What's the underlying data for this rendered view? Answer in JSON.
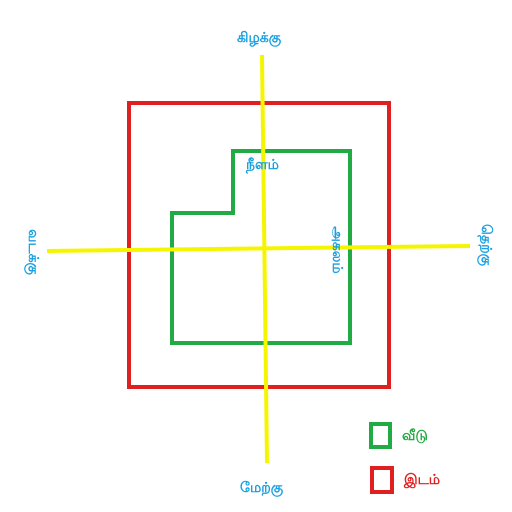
{
  "directions": {
    "top": "கிழக்கு",
    "bottom": "மேற்கு",
    "left": "வடக்கு",
    "right": "தெற்கு"
  },
  "inner_labels": {
    "length": "நீளம்",
    "width": "அகலம்"
  },
  "legend": {
    "house": {
      "label": "வீடு",
      "color": "#22aa44"
    },
    "land": {
      "label": "இடம்",
      "color": "#e02020"
    }
  },
  "colors": {
    "axis": "#f5f500",
    "text": "#1aa0e0"
  }
}
